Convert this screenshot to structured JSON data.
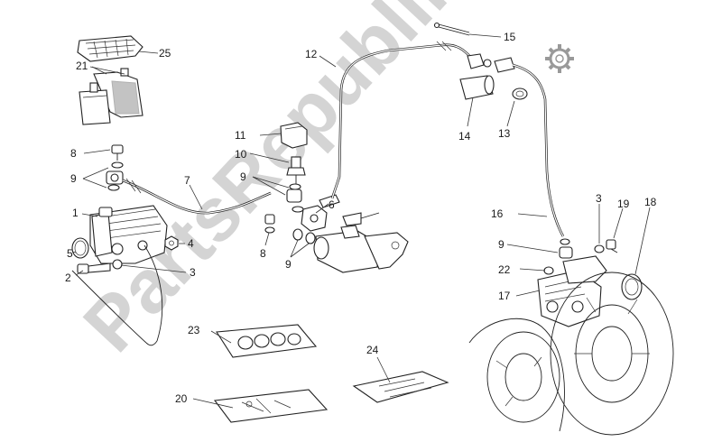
{
  "watermark": {
    "text": "PartsRepublik"
  },
  "callouts": [
    {
      "id": "c1",
      "label": "1"
    },
    {
      "id": "c2",
      "label": "2"
    },
    {
      "id": "c3a",
      "label": "3"
    },
    {
      "id": "c3b",
      "label": "3"
    },
    {
      "id": "c4",
      "label": "4"
    },
    {
      "id": "c5",
      "label": "5"
    },
    {
      "id": "c6",
      "label": "6"
    },
    {
      "id": "c7",
      "label": "7"
    },
    {
      "id": "c8a",
      "label": "8"
    },
    {
      "id": "c8b",
      "label": "8"
    },
    {
      "id": "c9a",
      "label": "9"
    },
    {
      "id": "c9b",
      "label": "9"
    },
    {
      "id": "c9c",
      "label": "9"
    },
    {
      "id": "c9d",
      "label": "9"
    },
    {
      "id": "c10",
      "label": "10"
    },
    {
      "id": "c11",
      "label": "11"
    },
    {
      "id": "c12",
      "label": "12"
    },
    {
      "id": "c13",
      "label": "13"
    },
    {
      "id": "c14",
      "label": "14"
    },
    {
      "id": "c15",
      "label": "15"
    },
    {
      "id": "c16",
      "label": "16"
    },
    {
      "id": "c17",
      "label": "17"
    },
    {
      "id": "c18",
      "label": "18"
    },
    {
      "id": "c19",
      "label": "19"
    },
    {
      "id": "c20",
      "label": "20"
    },
    {
      "id": "c21",
      "label": "21"
    },
    {
      "id": "c22",
      "label": "22"
    },
    {
      "id": "c23",
      "label": "23"
    },
    {
      "id": "c24",
      "label": "24"
    },
    {
      "id": "c25",
      "label": "25"
    }
  ]
}
